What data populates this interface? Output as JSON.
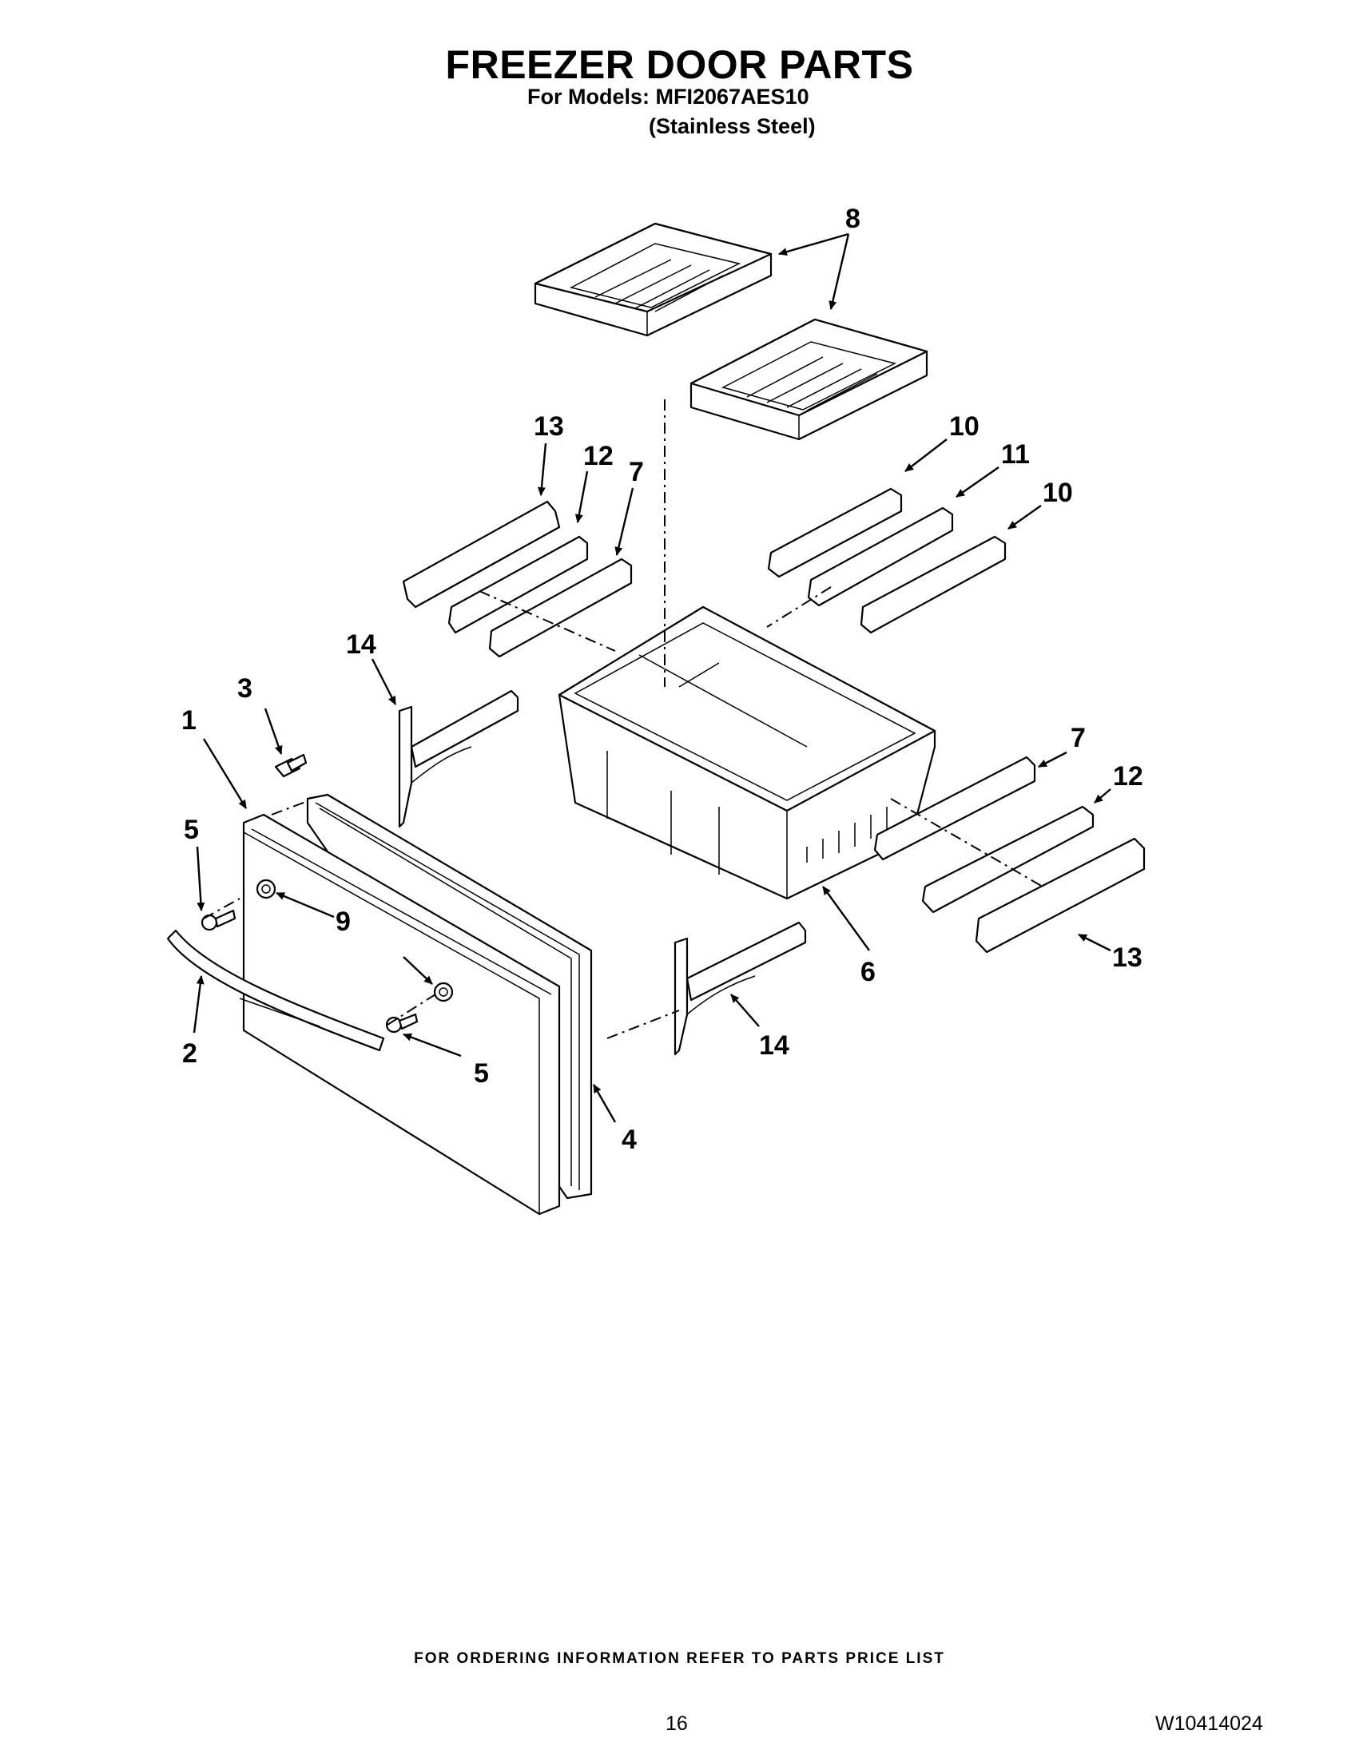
{
  "header": {
    "title": "FREEZER DOOR PARTS",
    "models_line": "For Models: MFI2067AES10",
    "finish_line": "(Stainless Steel)"
  },
  "callouts": {
    "c1": "1",
    "c2": "2",
    "c3": "3",
    "c4": "4",
    "c5a": "5",
    "c5b": "5",
    "c6": "6",
    "c7a": "7",
    "c7b": "7",
    "c8": "8",
    "c9": "9",
    "c10a": "10",
    "c10b": "10",
    "c11": "11",
    "c12a": "12",
    "c12b": "12",
    "c13a": "13",
    "c13b": "13",
    "c14a": "14",
    "c14b": "14"
  },
  "footer": {
    "ordering_note": "FOR ORDERING INFORMATION REFER TO PARTS PRICE LIST",
    "page_number": "16",
    "document_number": "W10414024"
  }
}
